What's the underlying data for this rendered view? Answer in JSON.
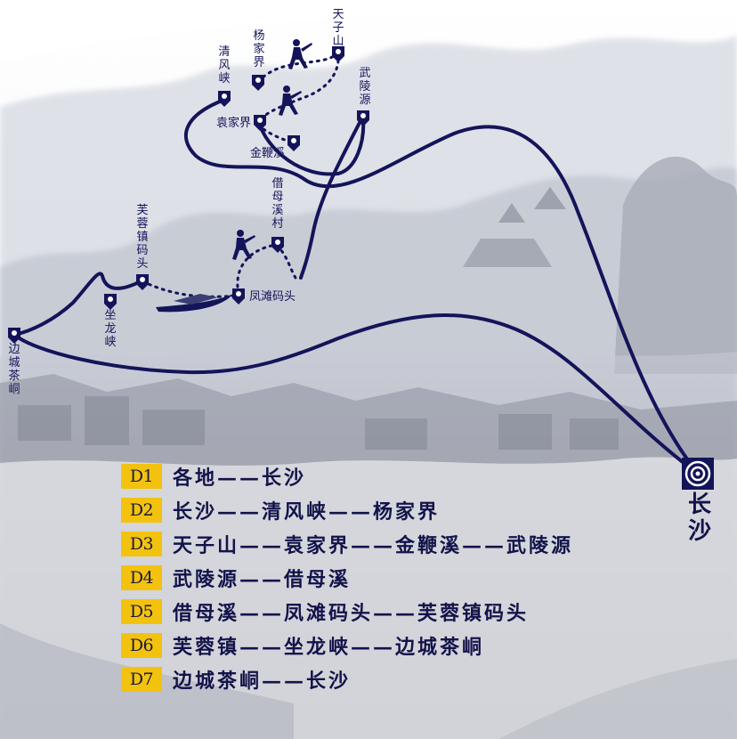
{
  "destination": "长沙",
  "places": {
    "qingfengxia": "清风峡",
    "yangjiajie": "杨家界",
    "tianzishan": "天子山",
    "wulingyuan": "武陵源",
    "yuanjiajie": "袁家界",
    "jinbianxi": "金鞭溪",
    "jiemuxicun": "借母溪村",
    "furongzhen_matou": "芙蓉镇码头",
    "fengtan_matou": "凤滩码头",
    "zuolongxia": "坐龙峡",
    "biancheng_chadong": "边城茶峒"
  },
  "itinerary": [
    {
      "day": "D1",
      "route": "各地——长沙"
    },
    {
      "day": "D2",
      "route": "长沙——清风峡——杨家界"
    },
    {
      "day": "D3",
      "route": "天子山——袁家界——金鞭溪——武陵源"
    },
    {
      "day": "D4",
      "route": "武陵源——借母溪"
    },
    {
      "day": "D5",
      "route": "借母溪——凤滩码头——芙蓉镇码头"
    },
    {
      "day": "D6",
      "route": "芙蓉镇——坐龙峡——边城茶峒"
    },
    {
      "day": "D7",
      "route": "边城茶峒——长沙"
    }
  ],
  "colors": {
    "route": "#14145a",
    "tag": "#f3c20f",
    "text": "#13134a"
  }
}
